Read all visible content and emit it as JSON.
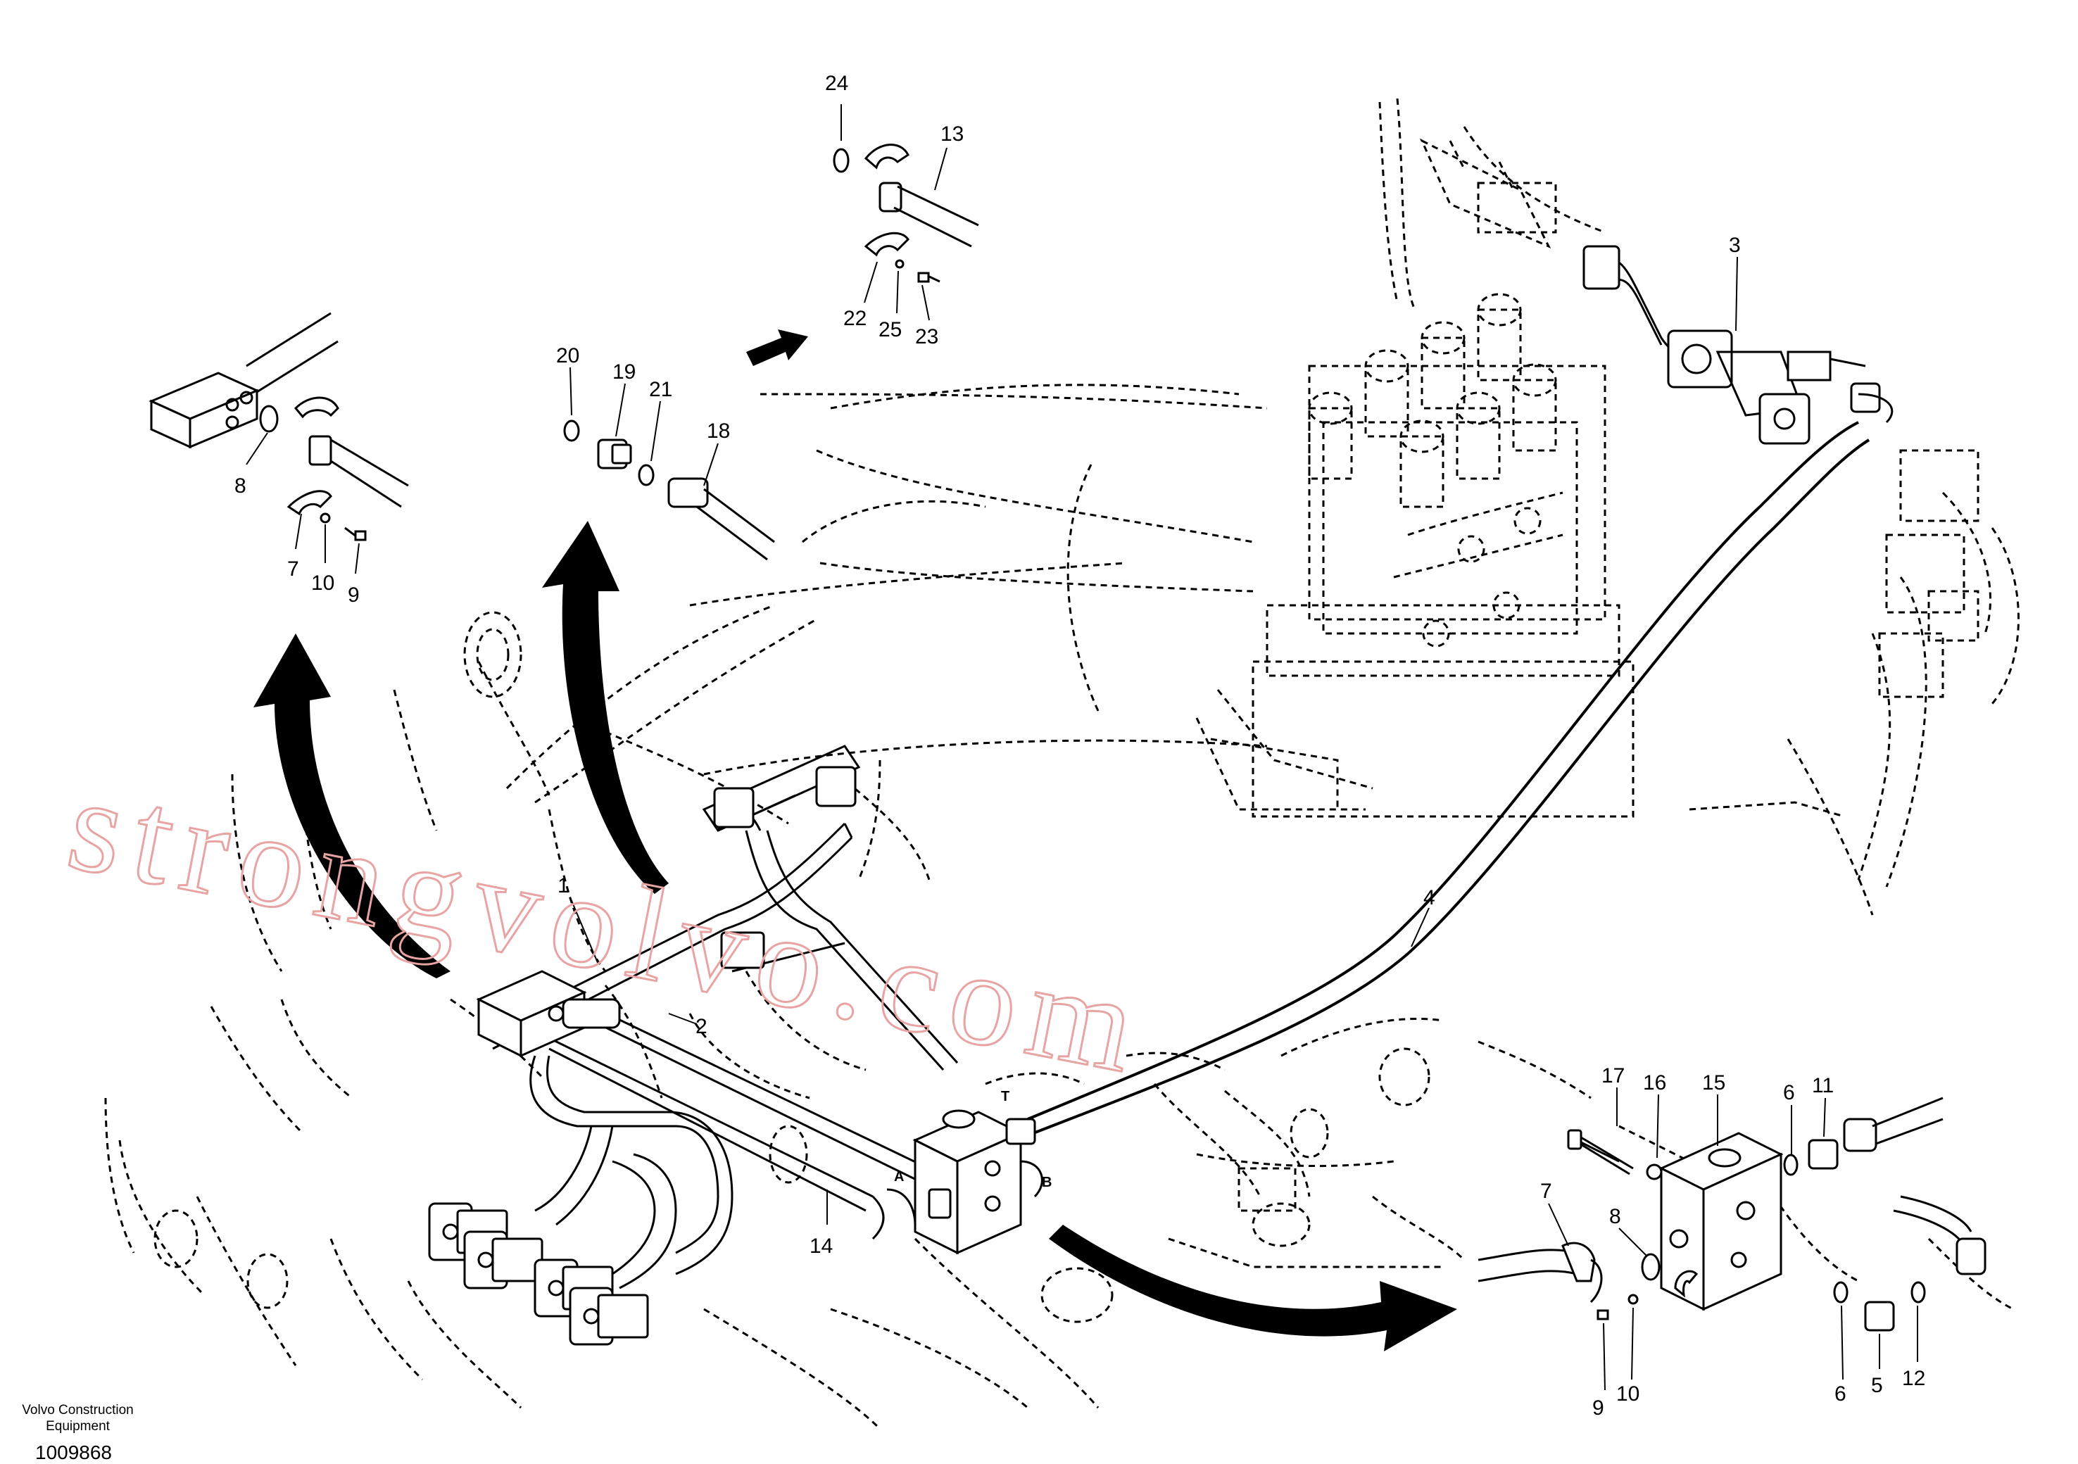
{
  "drawing": {
    "watermark": "strongvolvo.com",
    "brand": "Volvo Construction Equipment",
    "drawing_number": "1009868"
  },
  "callouts": {
    "c24": "24",
    "c13": "13",
    "c22": "22",
    "c25": "25",
    "c23": "23",
    "c20": "20",
    "c19": "19",
    "c21": "21",
    "c18": "18",
    "c8a": "8",
    "c7a": "7",
    "c10a": "10",
    "c9a": "9",
    "c3": "3",
    "c1": "1",
    "c2": "2",
    "c4": "4",
    "c14": "14",
    "c17": "17",
    "c16": "16",
    "c15": "15",
    "c6a": "6",
    "c11": "11",
    "c7b": "7",
    "c8b": "8",
    "c9b": "9",
    "c10b": "10",
    "c6b": "6",
    "c5": "5",
    "c12": "12"
  },
  "ports": {
    "a": "A",
    "b": "B",
    "t": "T"
  }
}
